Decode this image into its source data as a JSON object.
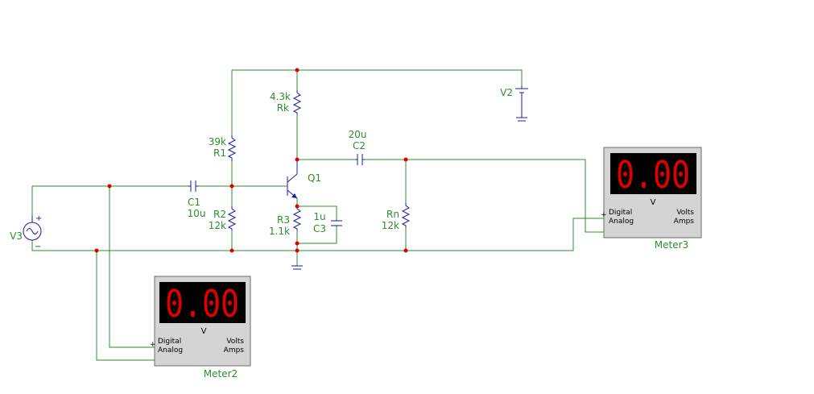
{
  "components": {
    "V3": {
      "name": "V3",
      "plus": "+",
      "minus": "−"
    },
    "V2": {
      "name": "V2"
    },
    "Rk": {
      "value": "4.3k",
      "name": "Rk"
    },
    "R1": {
      "value": "39k",
      "name": "R1"
    },
    "R2": {
      "name": "R2",
      "value": "12k"
    },
    "R3": {
      "name": "R3",
      "value": "1.1k"
    },
    "C1": {
      "name": "C1",
      "value": "10u"
    },
    "C2": {
      "value": "20u",
      "name": "C2"
    },
    "C3": {
      "value": "1u",
      "name": "C3"
    },
    "Rn": {
      "name": "Rn",
      "value": "12k"
    },
    "Q1": {
      "name": "Q1"
    }
  },
  "meters": {
    "meter3": {
      "name": "Meter3",
      "reading": "0.00",
      "unit": "V",
      "digital": "Digital",
      "analog": "Analog",
      "volts": "Volts",
      "amps": "Amps",
      "plus": "+"
    },
    "meter2": {
      "name": "Meter2",
      "reading": "0.00",
      "unit": "V",
      "digital": "Digital",
      "analog": "Analog",
      "volts": "Volts",
      "amps": "Amps",
      "plus": "+"
    }
  },
  "colors": {
    "wire": "#2e8b2e",
    "component": "#1a1aa6",
    "junction": "#dd0000",
    "display": "#e00000"
  }
}
